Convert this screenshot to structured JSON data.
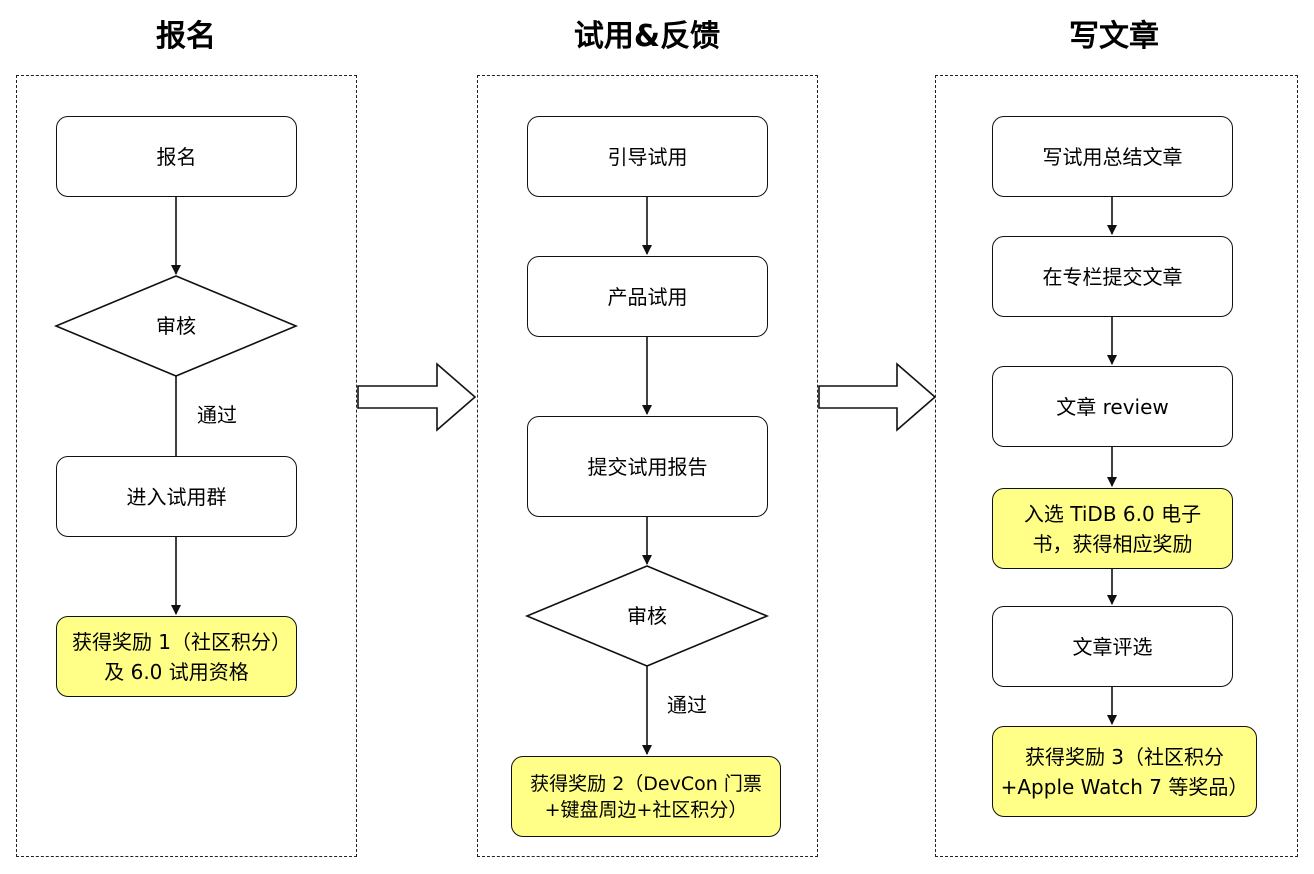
{
  "sections": [
    {
      "title": "报名",
      "steps": {
        "signup": "报名",
        "review": "审核",
        "pass": "通过",
        "join_group": "进入试用群",
        "reward": "获得奖励 1（社区积分）及 6.0 试用资格"
      }
    },
    {
      "title": "试用&反馈",
      "steps": {
        "guide": "引导试用",
        "trial": "产品试用",
        "submit_report": "提交试用报告",
        "review": "审核",
        "pass": "通过",
        "reward": "获得奖励 2（DevCon 门票+键盘周边+社区积分）"
      }
    },
    {
      "title": "写文章",
      "steps": {
        "write": "写试用总结文章",
        "submit_column": "在专栏提交文章",
        "article_review": "文章 review",
        "ebook": "入选 TiDB 6.0 电子书，获得相应奖励",
        "selection": "文章评选",
        "reward": "获得奖励 3（社区积分+Apple Watch 7 等奖品）"
      }
    }
  ],
  "colors": {
    "reward_fill": "#ffff88",
    "stroke": "#111111"
  }
}
